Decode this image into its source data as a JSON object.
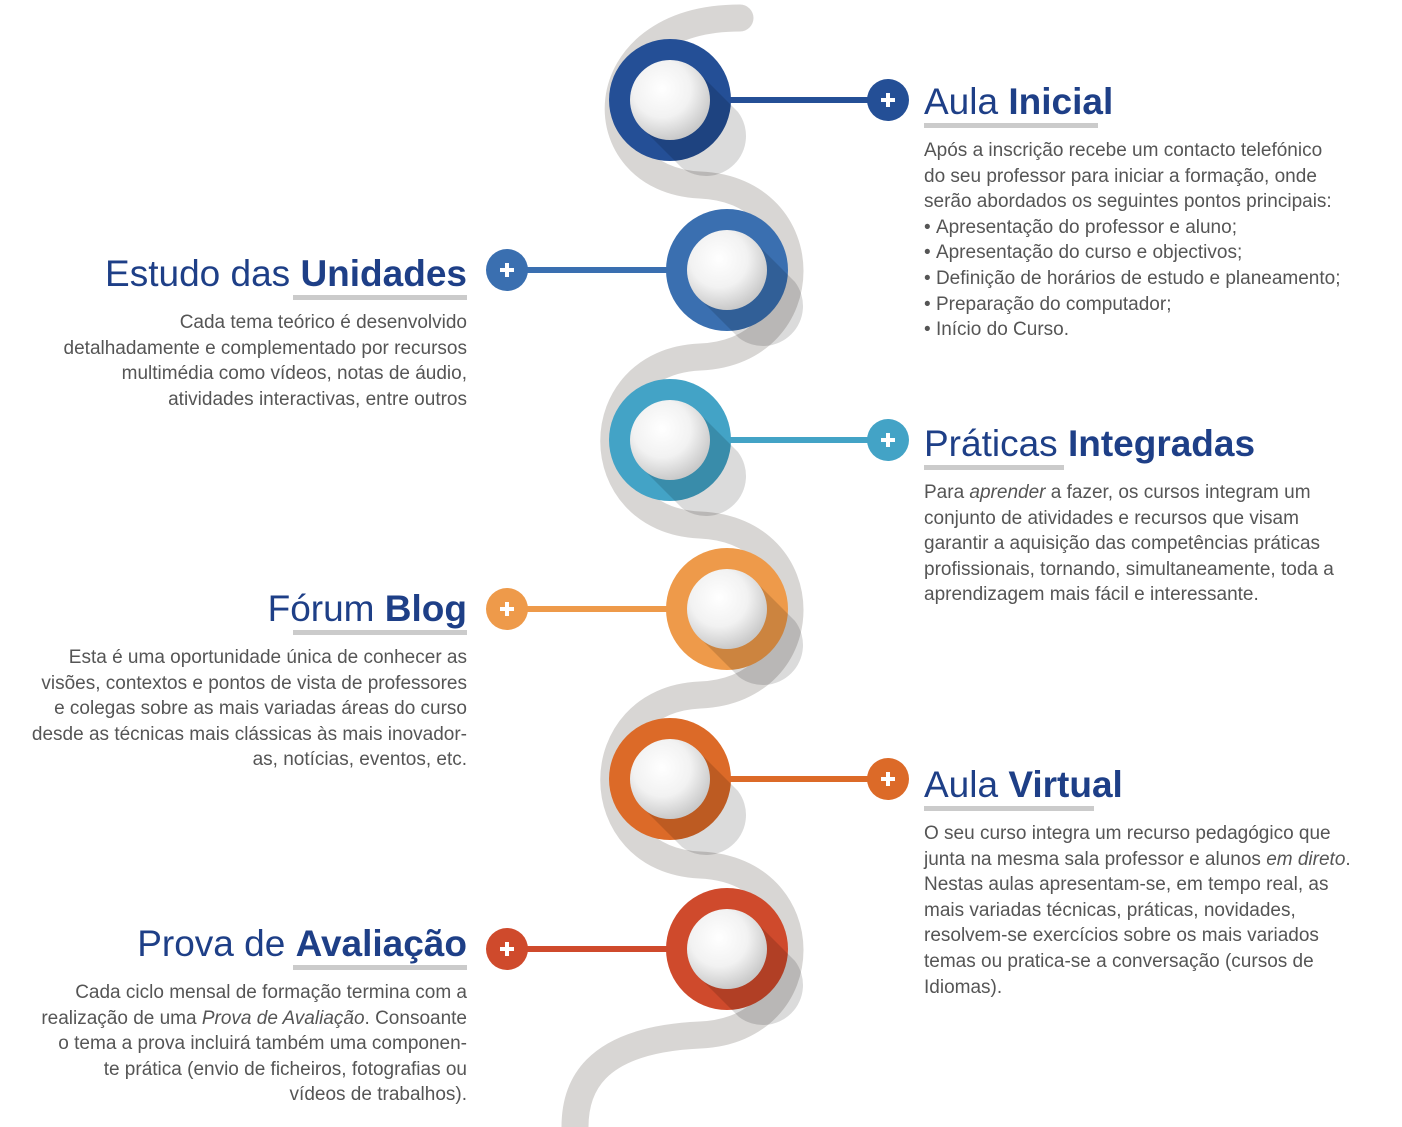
{
  "steps": [
    {
      "title_light": "Aula ",
      "title_bold": "Inicial",
      "color": "#244f96",
      "lines": [
        "Após a inscrição recebe um contacto telefónico",
        "do seu professor para iniciar a formação, onde",
        "serão abordados os seguintes pontos principais:"
      ],
      "bullets": [
        "Apresentação do professor e aluno;",
        "Apresentação do curso e objectivos;",
        "Definição de horários de estudo e planeamento;",
        "Preparação do computador;",
        "Início do Curso."
      ]
    },
    {
      "title_light": "Estudo das ",
      "title_bold": "Unidades",
      "color": "#3a6fb0",
      "lines": [
        "Cada tema teórico é desenvolvido",
        "detalhadamente e complementado por recursos",
        "multimédia como vídeos, notas de áudio,",
        "atividades interactivas, entre outros"
      ]
    },
    {
      "title_light": "Práticas ",
      "title_bold": "Integradas",
      "color": "#43a3c6",
      "line1_before": "Para ",
      "line1_italic": "aprender",
      "line1_after": " a fazer, os cursos integram um",
      "lines": [
        "conjunto de atividades e recursos que visam",
        "garantir a aquisição das competências práticas",
        "profissionais, tornando, simultaneamente, toda a",
        "aprendizagem mais fácil e interessante."
      ]
    },
    {
      "title_light": "Fórum ",
      "title_bold": "Blog",
      "color": "#ee9a4a",
      "lines": [
        "Esta é uma oportunidade única de conhecer as",
        "visões, contextos e pontos de vista de professores",
        "e colegas sobre as mais variadas áreas do curso",
        "desde as técnicas mais clássicas às mais inovador-",
        "as, notícias, eventos, etc."
      ]
    },
    {
      "title_light": "Aula ",
      "title_bold": "Virtual",
      "color": "#dc6a28",
      "line1": "O seu curso integra um recurso pedagógico que",
      "line2_before": "junta na mesma sala professor e alunos ",
      "line2_italic": "em direto",
      "line2_after": ".",
      "lines": [
        "Nestas aulas apresentam-se, em tempo real, as",
        "mais variadas técnicas, práticas, novidades,",
        "resolvem-se exercícios sobre os mais variados",
        "temas ou pratica-se a conversação (cursos de",
        "Idiomas)."
      ]
    },
    {
      "title_light": "Prova de ",
      "title_bold": "Avaliação",
      "color": "#cf4a2c",
      "line1": "Cada ciclo mensal de formação termina com a",
      "line2_before": "realização de uma ",
      "line2_italic": "Prova de Avaliação",
      "line2_after": ". Consoante",
      "lines": [
        "o tema a prova incluirá também uma componen-",
        "te prática (envio de ficheiros, fotografias ou",
        "vídeos de trabalhos)."
      ]
    }
  ],
  "icons": {
    "node": "white-sphere-icon",
    "connector_end": "plus-circle-icon"
  },
  "colors": {
    "track": "#d8d6d4",
    "underline": "#cbcbcb",
    "title": "#1e3f87",
    "body_text": "#555555"
  }
}
